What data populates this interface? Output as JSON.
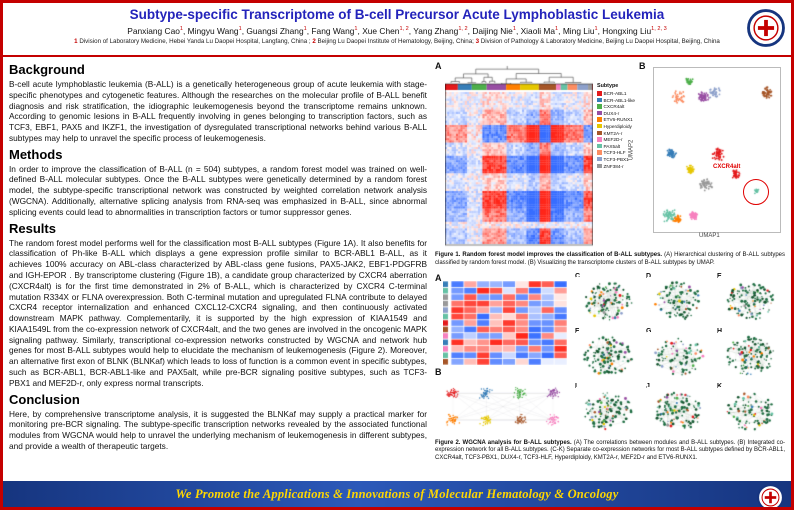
{
  "header": {
    "title": "Subtype-specific Transcriptome of B-cell Precursor Acute Lymphoblastic Leukemia",
    "authors": [
      {
        "name": "Panxiang Cao",
        "sup": "1"
      },
      {
        "name": "Mingyu Wang",
        "sup": "1"
      },
      {
        "name": "Guangsi Zhang",
        "sup": "1"
      },
      {
        "name": "Fang Wang",
        "sup": "1"
      },
      {
        "name": "Xue Chen",
        "sup": "1, 2"
      },
      {
        "name": "Yang Zhang",
        "sup": "1, 2"
      },
      {
        "name": "Daijing Nie",
        "sup": "1"
      },
      {
        "name": "Xiaoli Ma",
        "sup": "1"
      },
      {
        "name": "Ming Liu",
        "sup": "1"
      },
      {
        "name": "Hongxing Liu",
        "sup": "1, 2, 3"
      }
    ],
    "affiliations": [
      {
        "num": "1",
        "text": "Division of Laboratory Medicine, Hebei Yanda Lu Daopei Hospital, Langfang, China ;"
      },
      {
        "num": "2",
        "text": "Beijing Lu Daopei Institute of Hematology, Beijing, China;"
      },
      {
        "num": "3",
        "text": "Division of Pathology & Laboratory Medicine, Beijing Lu Daopei Hospital, Beijing, China"
      }
    ]
  },
  "sections": [
    {
      "heading": "Background",
      "body": "B-cell acute lymphoblastic leukemia (B-ALL) is a genetically heterogeneous group of acute leukemia with stage-specific phenotypes and cytogenetic features. Although the researches on the molecular profile of B-ALL benefit diagnosis and risk stratification, the idiographic leukemogenesis beyond the transcriptome remains unknown. According to genomic lesions in B-ALL frequently involving in genes belonging to transcription factors, such as TCF3, EBF1, PAX5 and IKZF1, the investigation of dysregulated transcriptional networks behind various B-ALL subtypes may help to unravel the specific process of leukemogenesis."
    },
    {
      "heading": "Methods",
      "body": "In order to improve the classification of B-ALL (n = 504) subtypes, a random forest model was trained on well-defined B-ALL molecular subtypes. Once the B-ALL subtypes were genetically determined by a random forest model, the subtype-specific transcriptional network was constructed by weighted correlation network analysis (WGCNA). Additionally, alternative splicing analysis from RNA-seq was emphasized in B-ALL, since abnormal splicing events could lead to abnormalities in transcription factors or tumor suppressor genes."
    },
    {
      "heading": "Results",
      "body": "The random forest model performs well for the classification most B-ALL subtypes (Figure 1A). It also benefits for classification of Ph-like B-ALL which displays a gene expression profile similar to BCR-ABL1 B-ALL, as it achieves 100% accuracy on ABL-class characterized by ABL-class gene fusions, PAX5-JAK2, EBF1-PDGFRB and IGH-EPOR . By transcriptome clustering (Figure 1B), a candidate group characterized by CXCR4 aberration (CXCR4alt) is for the first time demonstrated in 2% of B-ALL, which is characterized by CXCR4 C-terminal mutation R334X or FLNA overexpression. Both C-terminal mutation and upregulated FLNA contribute to delayed CXCR4 receptor internalization and enhanced CXCL12-CXCR4 signaling, and then continuously activated downstream MAPK pathway. Complementarily, it is supported by the high expression of KIAA1549 and KIAA1549L from the co-expression network of CXCR4alt, and the two genes are involved in the oncogenic MAPK signaling pathway. Similarly, transcriptional co-expression networks constructed by WGCNA and network hub genes for most B-ALL subtypes would help to elucidate the mechanism of leukemogenesis (Figure 2). Moreover, an alternative first exon of BLNK (BLNKaf) which leads to loss of function is a common event in specific subtypes, such as BCR-ABL1, BCR-ABL1-like and PAX5alt, while pre-BCR signaling positive subtypes, such as TCF3-PBX1 and MEF2D-r, only express normal transcripts."
    },
    {
      "heading": "Conclusion",
      "body": "Here, by comprehensive transcriptome analysis, it is suggested the BLNKaf may supply a practical marker for monitoring pre-BCR signaling. The subtype-specific transcription networks revealed by the associated functional modules from WGCNA would help to unravel the underlying mechanism of leukemogenesis in different subtypes, and provide a wealth of therapeutic targets."
    }
  ],
  "figure1": {
    "panel_a": "A",
    "panel_b": "B",
    "legend_title": "Subtype",
    "legend_items": [
      "BCR-ABL1",
      "BCR-ABL1-like",
      "CXCR4alt",
      "DUX4-r",
      "ETV6-RUNX1",
      "Hyperdiploidy",
      "KMT2A-r",
      "MEF2D-r",
      "PAX5alt",
      "TCF3-HLF",
      "TCF3-PBX1",
      "ZNF384-r"
    ],
    "umap_x": "UMAP1",
    "umap_y": "UMAP2",
    "annotation": "CXCR4alt",
    "caption_bold": "Figure 1. Random forest model improves the classification of B-ALL subtypes.",
    "caption_rest": " (A) Hierarchical clustering of B-ALL subtypes classified by random forest model. (B) Visualizing the transcriptome clusters of B-ALL subtypes by UMAP."
  },
  "figure2": {
    "panel_labels": [
      "A",
      "B",
      "C",
      "D",
      "E",
      "F",
      "G",
      "H",
      "I",
      "J",
      "K"
    ],
    "caption_bold": "Figure 2. WGCNA analysis for B-ALL subtypes.",
    "caption_rest": " (A) The correlations between modules and B-ALL subtypes. (B) Integrated co-expression network for all B-ALL subtypes. (C-K) Separate co-expression networks for most B-ALL subtypes defined by BCR-ABL1, CXCR4alt, TCF3-PBX1, DUX4-r, TCF3-HLF, Hyperdiploidy, KMT2A-r, MEF2D-r and ETV6-RUNX1."
  },
  "footer": {
    "banner": "We Promote the Applications & Innovations of Molecular Hematology & Oncology"
  },
  "colors": {
    "accent_red": "#c40000",
    "title_blue": "#2323bb",
    "footer_bg": "#16357f",
    "footer_text": "#ffd700",
    "palette": [
      "#e41a1c",
      "#377eb8",
      "#4daf4a",
      "#984ea3",
      "#ff7f00",
      "#e6c700",
      "#a65628",
      "#f781bf",
      "#66c2a5",
      "#fc8d62",
      "#8da0cb",
      "#999999"
    ]
  }
}
